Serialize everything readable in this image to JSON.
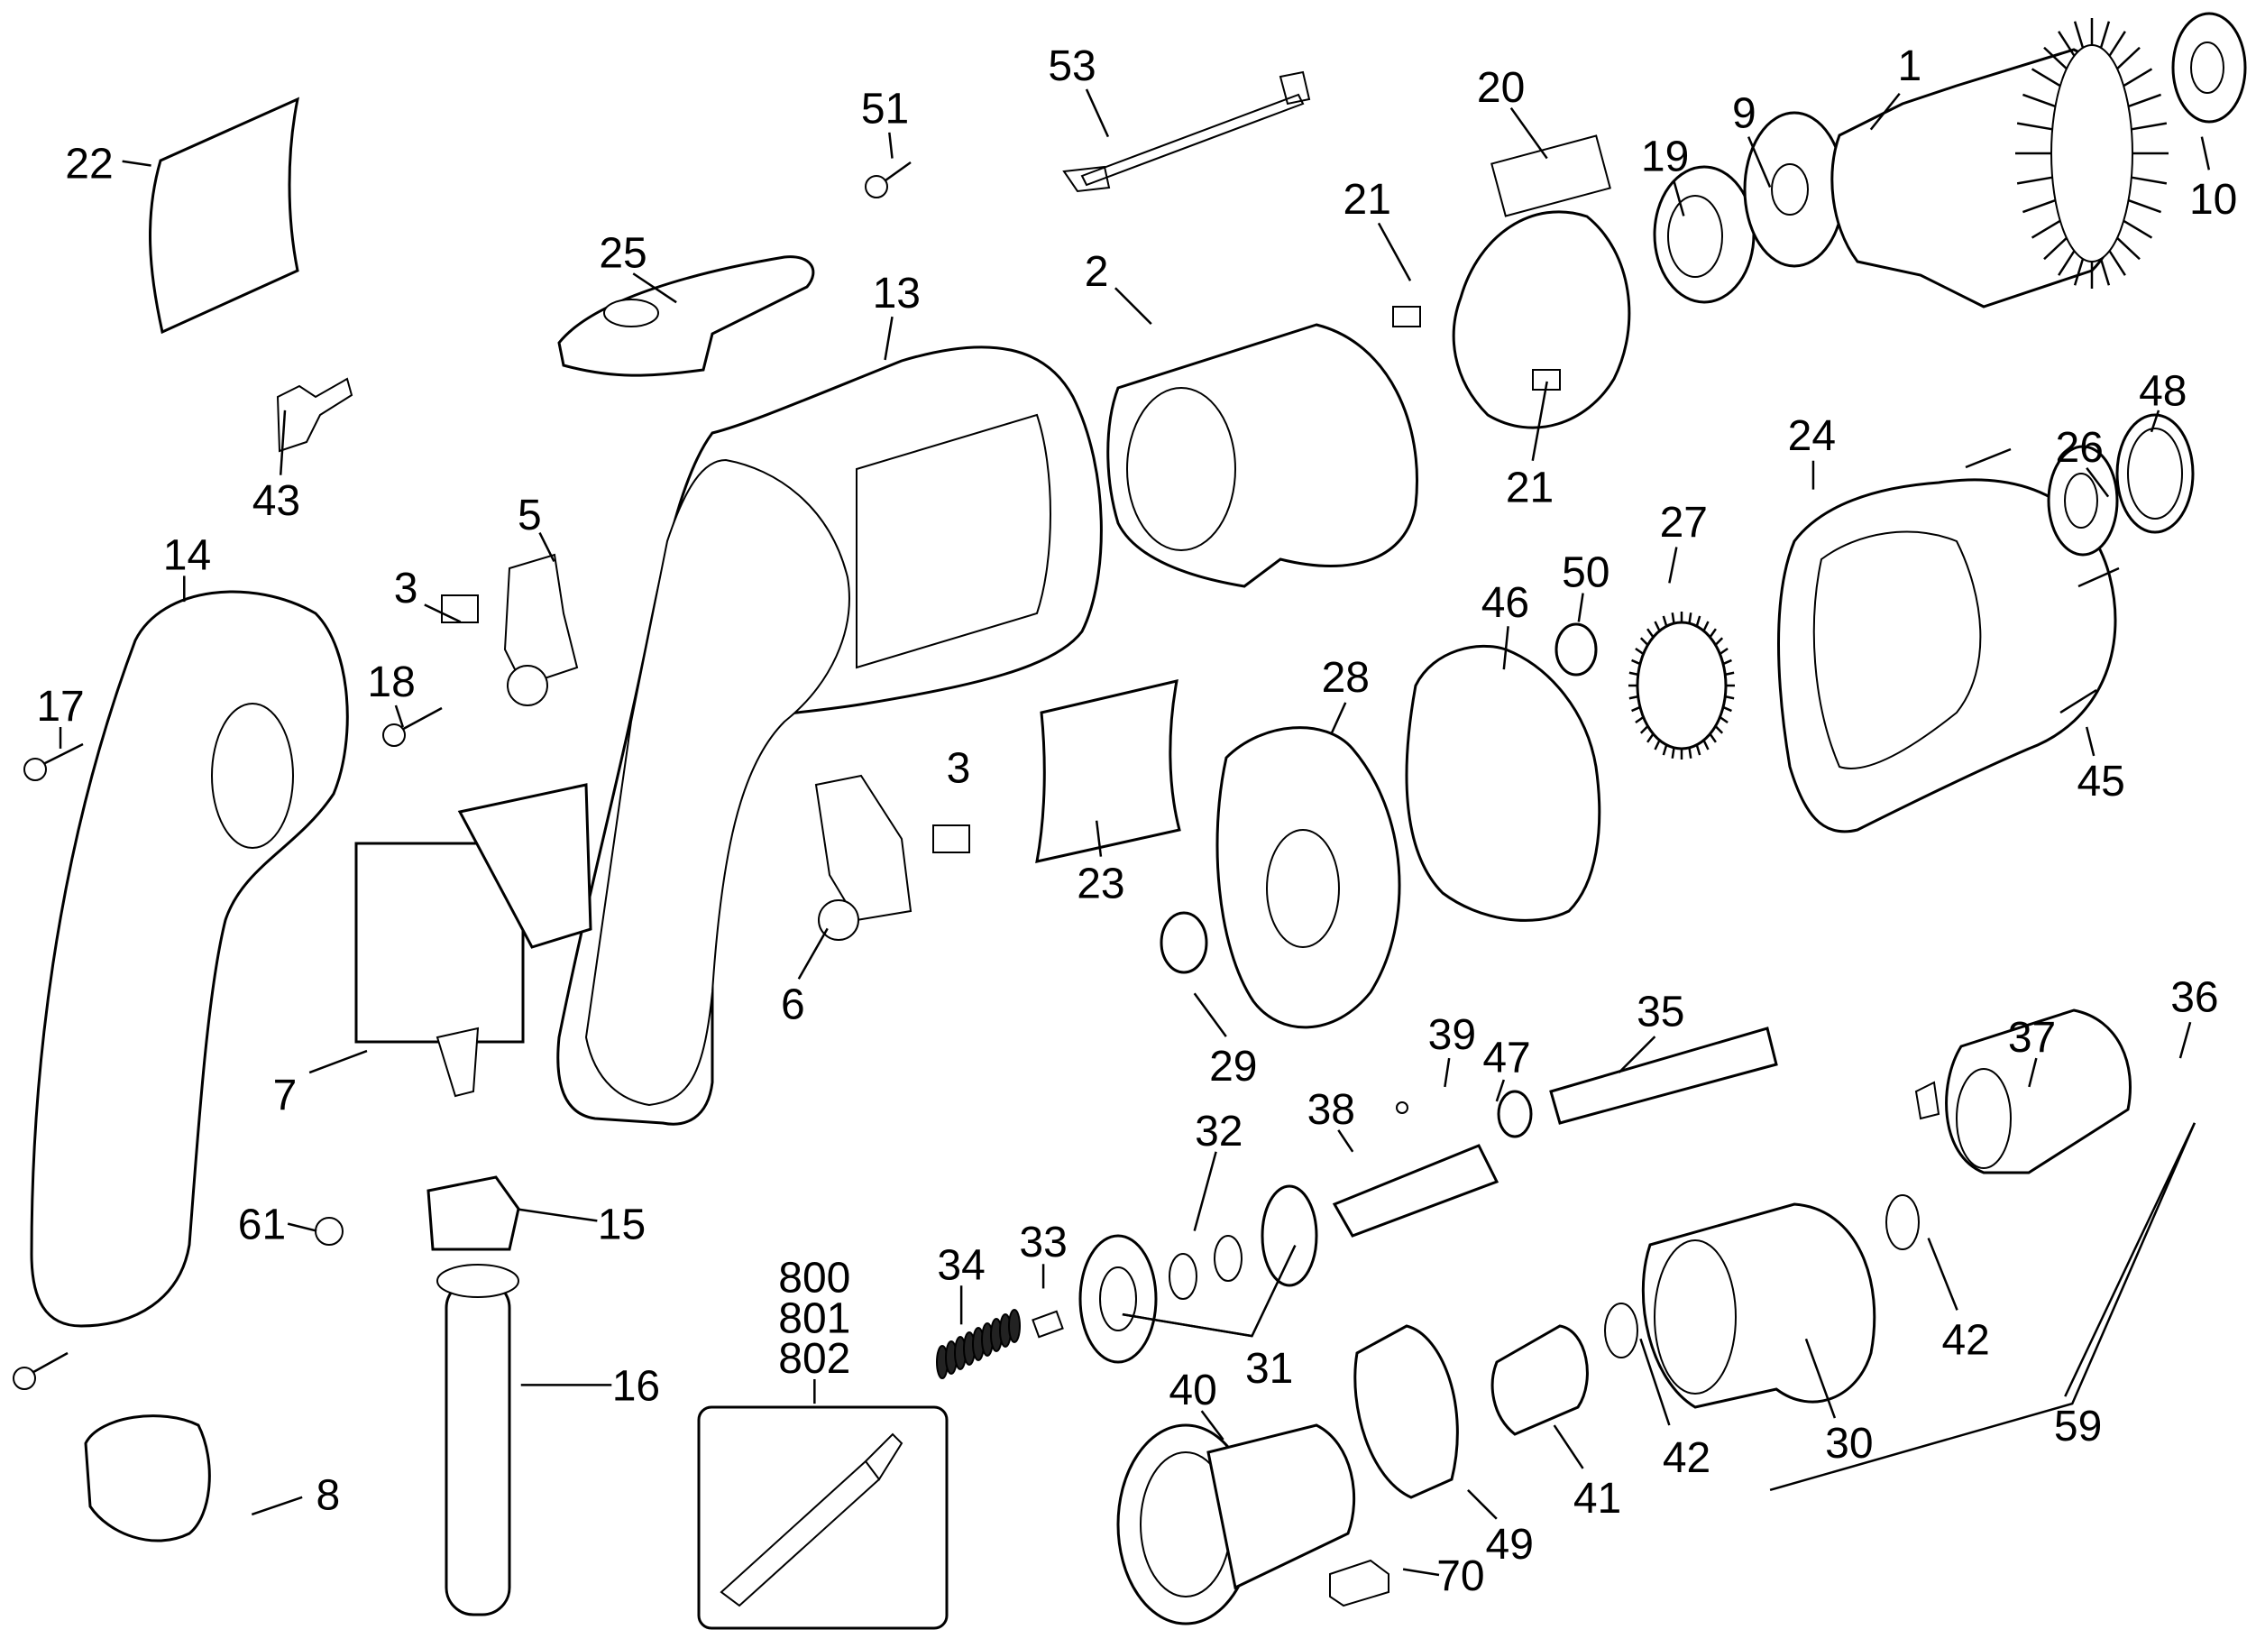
{
  "diagram": {
    "type": "exploded-parts-diagram",
    "subject": "drywall screwdriver",
    "callouts": [
      "1",
      "2",
      "3",
      "3",
      "5",
      "6",
      "7",
      "8",
      "9",
      "10",
      "13",
      "14",
      "15",
      "16",
      "17",
      "18",
      "19",
      "20",
      "21",
      "21",
      "22",
      "23",
      "24",
      "25",
      "26",
      "27",
      "28",
      "29",
      "30",
      "31",
      "32",
      "33",
      "34",
      "35",
      "36",
      "37",
      "38",
      "39",
      "40",
      "41",
      "42",
      "42",
      "43",
      "45",
      "46",
      "47",
      "48",
      "49",
      "50",
      "51",
      "53",
      "59",
      "61",
      "70",
      "800",
      "801",
      "802"
    ],
    "kit_box_labels": [
      "800",
      "801",
      "802"
    ]
  }
}
